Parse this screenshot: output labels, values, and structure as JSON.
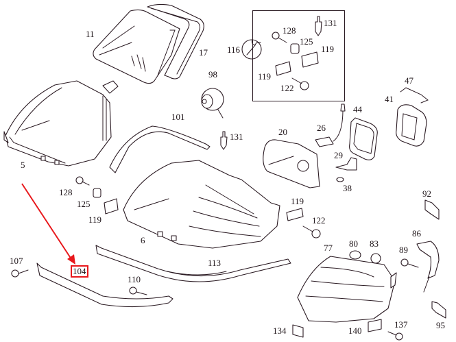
{
  "diagram": {
    "type": "exploded parts diagram",
    "subject": "headlamp / tail lamp assembly",
    "highlight": {
      "part_number": "104",
      "box_color": "#e8181c",
      "arrow_color": "#e8181c"
    },
    "kit_box": {
      "symbol": "wrench-icon",
      "label": "116",
      "contents": [
        "128",
        "131",
        "125",
        "119",
        "119",
        "122"
      ]
    },
    "labels": {
      "l11": "11",
      "l17": "17",
      "l98": "98",
      "l116": "116",
      "l128a": "128",
      "l131a": "131",
      "l125a": "125",
      "l119a": "119",
      "l119b": "119",
      "l122a": "122",
      "l47": "47",
      "l41": "41",
      "l44": "44",
      "l5": "5",
      "l101": "101",
      "l131b": "131",
      "l20": "20",
      "l26": "26",
      "l29": "29",
      "l38": "38",
      "l128b": "128",
      "l125b": "125",
      "l119c": "119",
      "l6": "6",
      "l119d": "119",
      "l122b": "122",
      "l92": "92",
      "l86": "86",
      "l77": "77",
      "l80": "80",
      "l83": "83",
      "l89": "89",
      "l107": "107",
      "l104": "104",
      "l113": "113",
      "l110": "110",
      "l134": "134",
      "l140": "140",
      "l137": "137",
      "l95": "95"
    }
  }
}
